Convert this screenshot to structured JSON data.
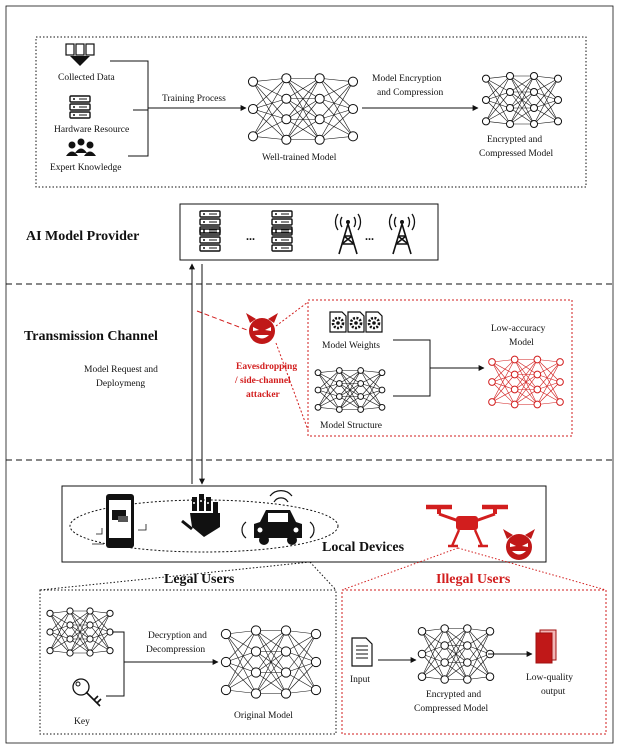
{
  "sections": {
    "provider": "AI Model Provider",
    "channel": "Transmission Channel",
    "devices": "Local Devices"
  },
  "provider": {
    "collected_data": "Collected Data",
    "hardware_resource": "Hardware Resource",
    "expert_knowledge": "Expert Knowledge",
    "training_process": "Training Process",
    "well_trained_model": "Well-trained Model",
    "encryption_line1": "Model Encryption",
    "encryption_line2": "and Compression",
    "encrypted_line1": "Encrypted and",
    "encrypted_line2": "Compressed Model",
    "ellipsis": "..."
  },
  "channel": {
    "request_line1": "Model Request and",
    "request_line2": "Deploymeng",
    "attacker_line1": "Eavesdropping",
    "attacker_line2": "/ side-channel",
    "attacker_line3": "attacker",
    "model_weights": "Model Weights",
    "model_structure": "Model Structure",
    "low_acc_line1": "Low-accuracy",
    "low_acc_line2": "Model"
  },
  "legal": {
    "title": "Legal Users",
    "decrypt_line1": "Decryption and",
    "decrypt_line2": "Decompression",
    "key": "Key",
    "original_model": "Original Model"
  },
  "illegal": {
    "title": "Illegal Users",
    "input": "Input",
    "encrypted_line1": "Encrypted and",
    "encrypted_line2": "Compressed Model",
    "output_line1": "Low-quality",
    "output_line2": "output"
  },
  "colors": {
    "attack": "#d21e1e",
    "ink": "#111111"
  },
  "icons": [
    "document-stack-icon",
    "server-rack-icon",
    "expert-group-icon",
    "neural-network-icon",
    "radio-tower-icon",
    "devil-icon",
    "gear-document-icon",
    "key-icon",
    "smartphone-icon",
    "robot-hand-icon",
    "car-icon",
    "drone-icon",
    "output-card-icon"
  ]
}
